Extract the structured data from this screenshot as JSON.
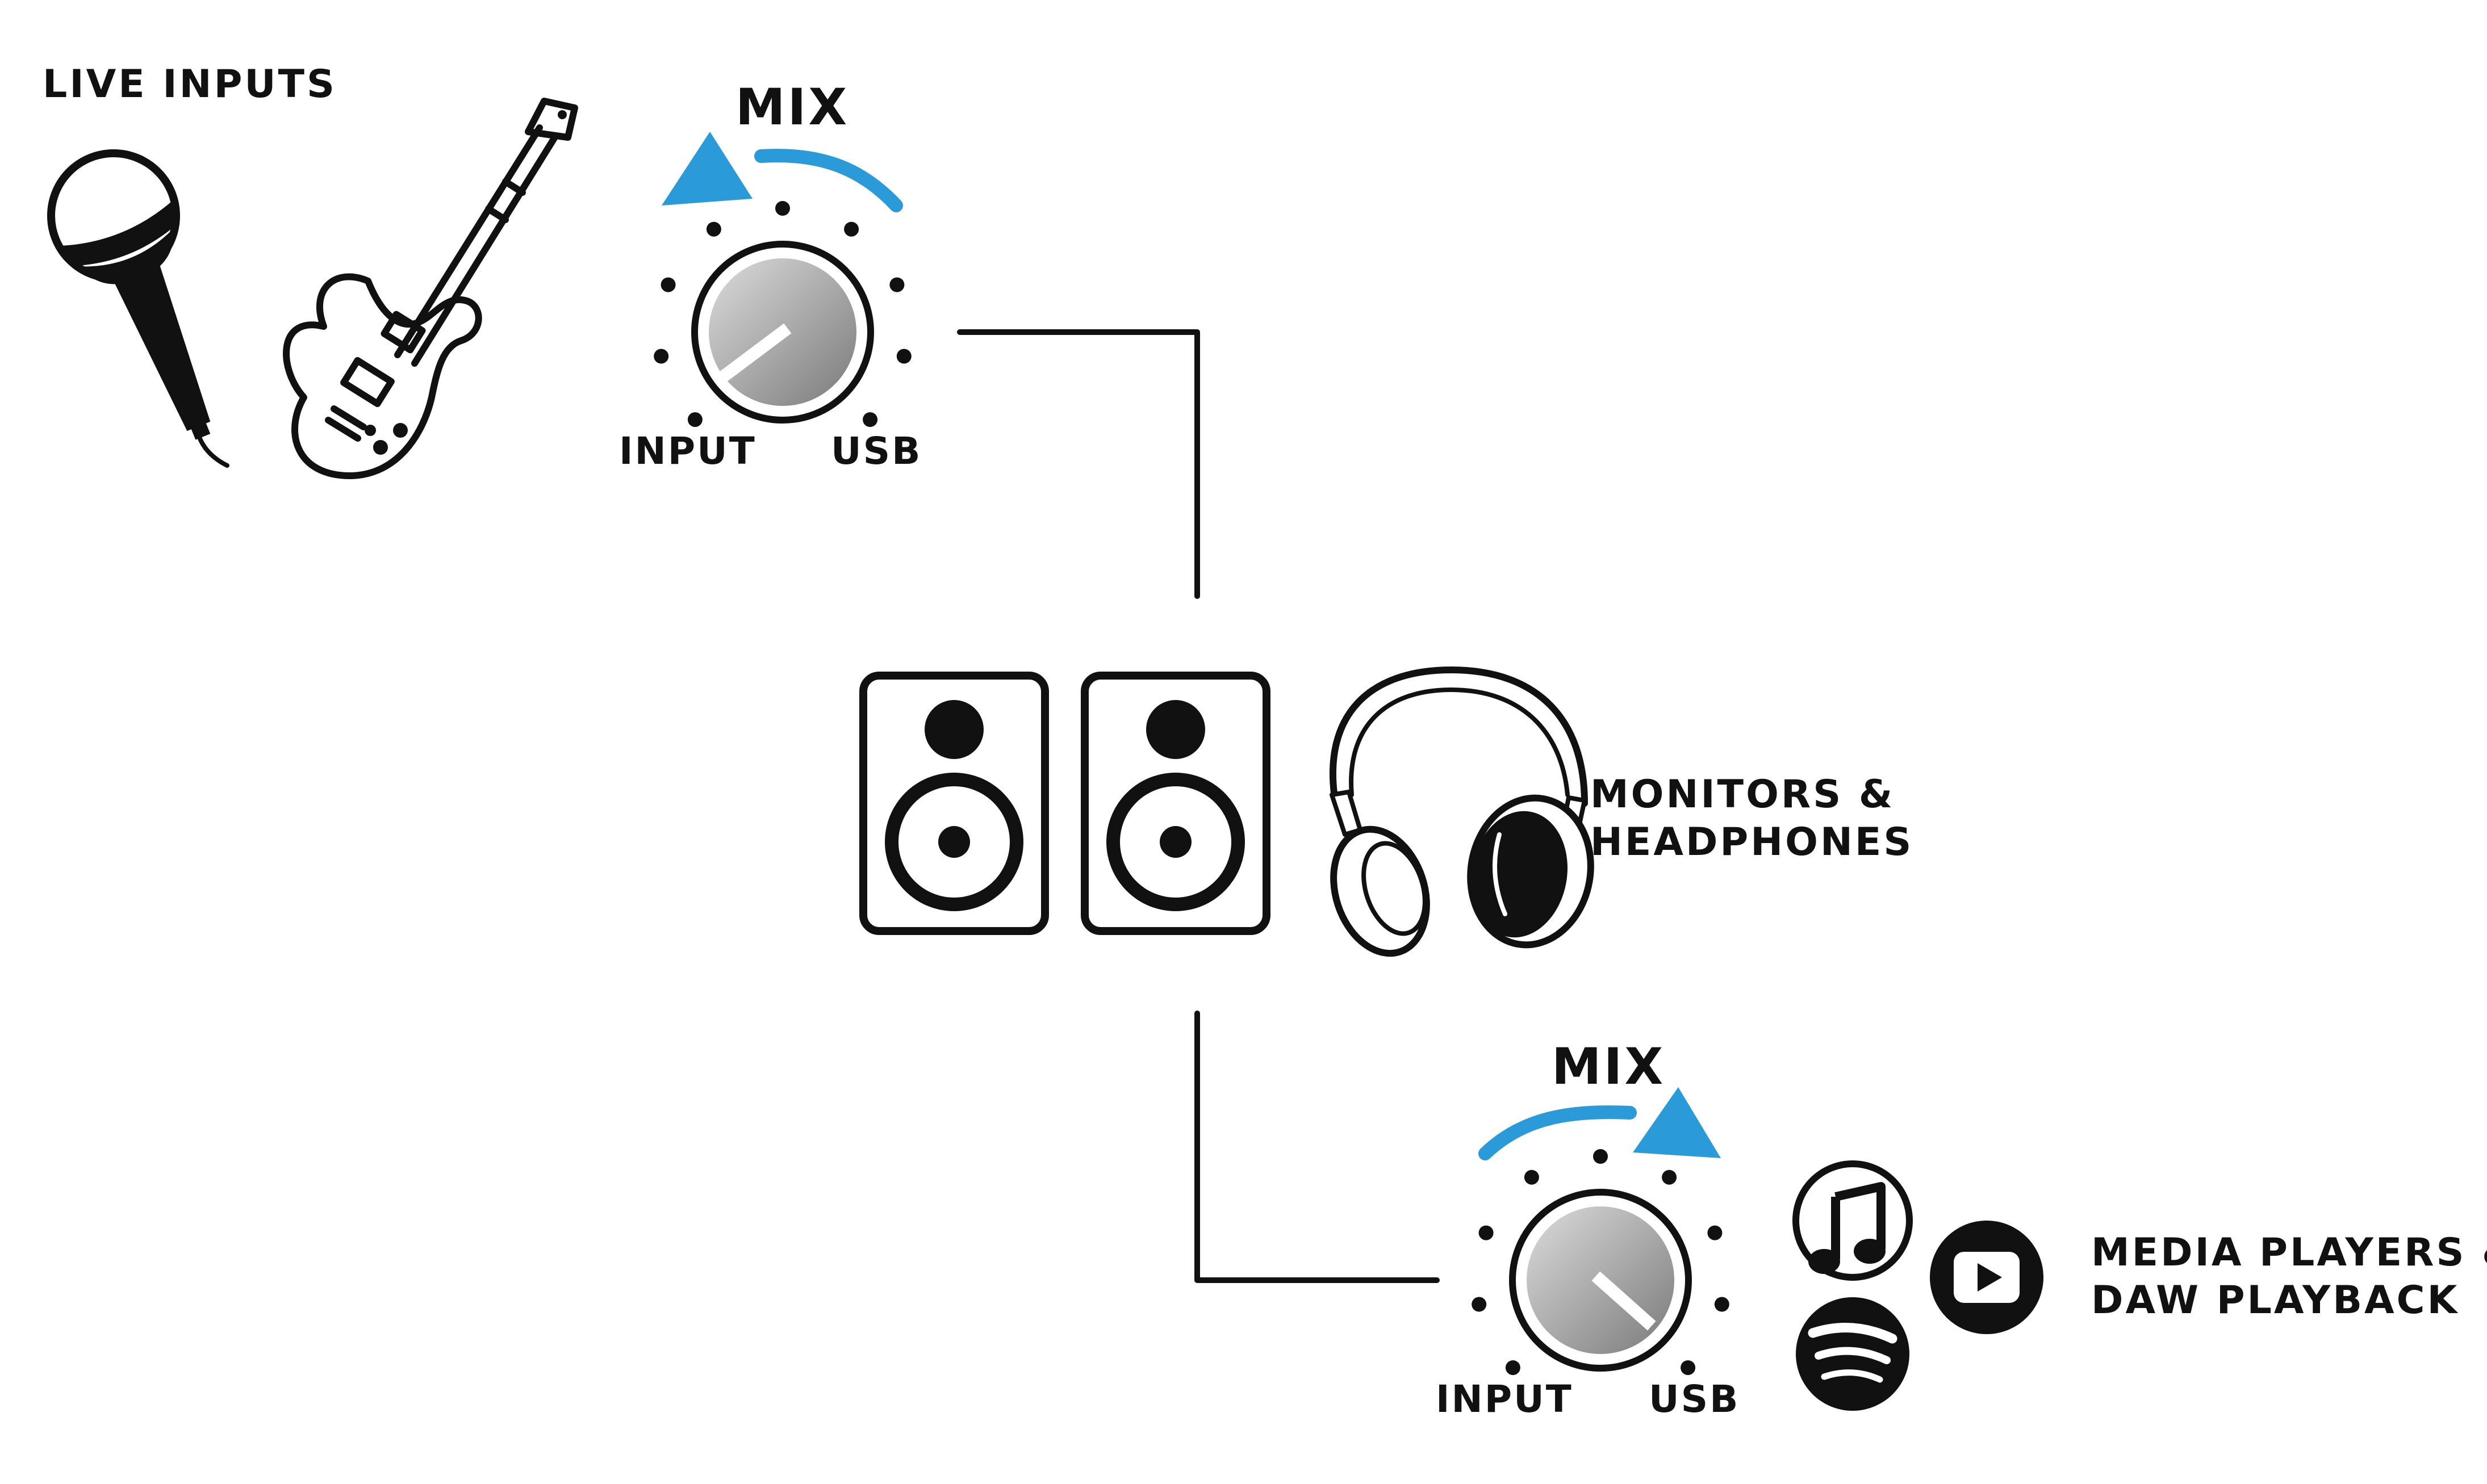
{
  "colors": {
    "accent": "#2a9ad9",
    "ink": "#111111",
    "knob_light": "#dcdcdc",
    "knob_dark": "#7a7a7a"
  },
  "live_inputs": {
    "label": "LIVE INPUTS",
    "icons": [
      "microphone-icon",
      "electric-guitar-icon"
    ]
  },
  "mix_top": {
    "title": "MIX",
    "left_label": "INPUT",
    "right_label": "USB",
    "arrow_direction": "counter-clockwise"
  },
  "outputs": {
    "label_line1": "MONITORS &",
    "label_line2": "HEADPHONES",
    "icons": [
      "studio-monitor-icon",
      "studio-monitor-icon",
      "headphones-icon"
    ]
  },
  "mix_bottom": {
    "title": "MIX",
    "left_label": "INPUT",
    "right_label": "USB",
    "arrow_direction": "clockwise"
  },
  "media": {
    "label_line1": "MEDIA PLAYERS &",
    "label_line2": "DAW PLAYBACK",
    "icons": [
      "music-note-icon",
      "play-button-icon",
      "spotify-icon"
    ]
  }
}
